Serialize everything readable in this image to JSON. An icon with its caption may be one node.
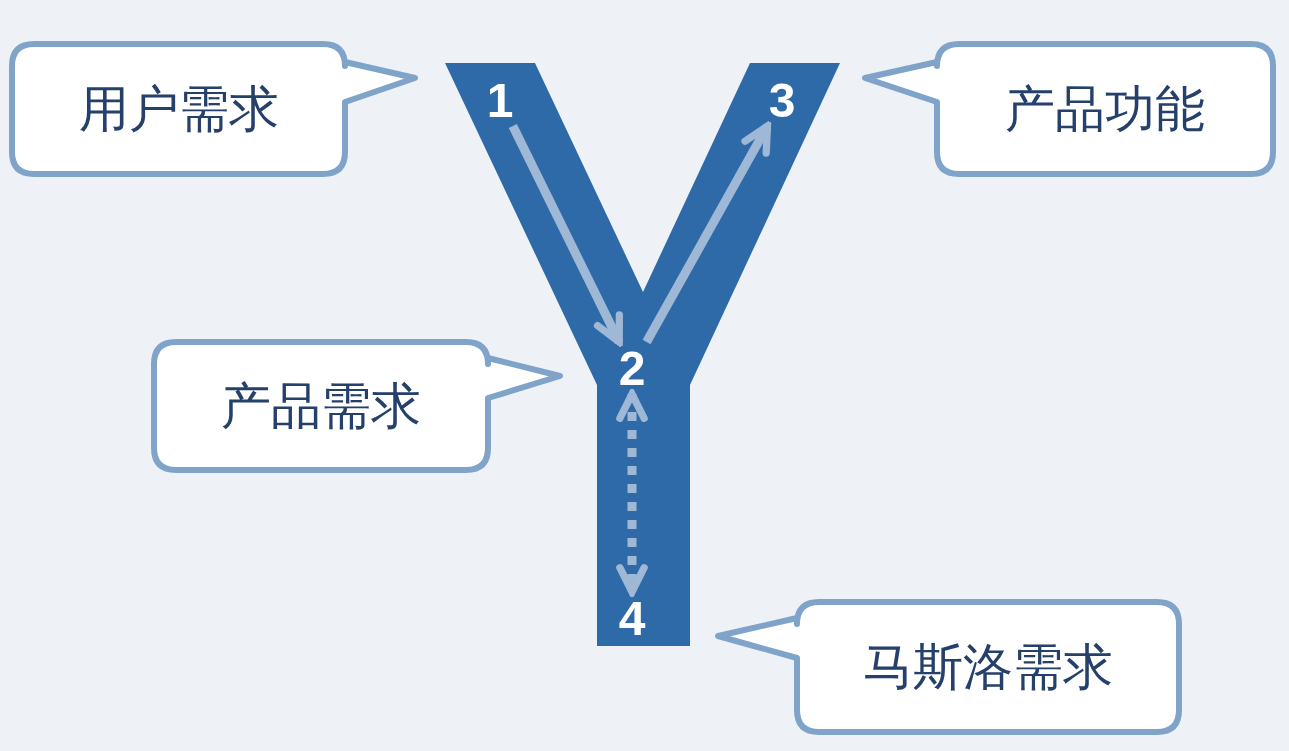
{
  "diagram": {
    "nodes": [
      {
        "text": [
          "用户需求"
        ]
      },
      {
        "text": [
          "1"
        ]
      },
      {
        "text": [
          "3"
        ]
      },
      {
        "text": [
          "产品功能"
        ]
      },
      {
        "text": [
          "产品需求"
        ]
      },
      {
        "text": [
          "2"
        ]
      },
      {
        "text": [
          "4"
        ]
      },
      {
        "text": [
          "马斯洛需求"
        ]
      }
    ],
    "edges": [
      {
        "from": 1,
        "to": 5,
        "arrow": "to"
      },
      {
        "from": 5,
        "to": 2,
        "arrow": "to"
      },
      {
        "from": 5,
        "to": 6,
        "arrow": "both",
        "style": "dashed"
      }
    ]
  }
}
